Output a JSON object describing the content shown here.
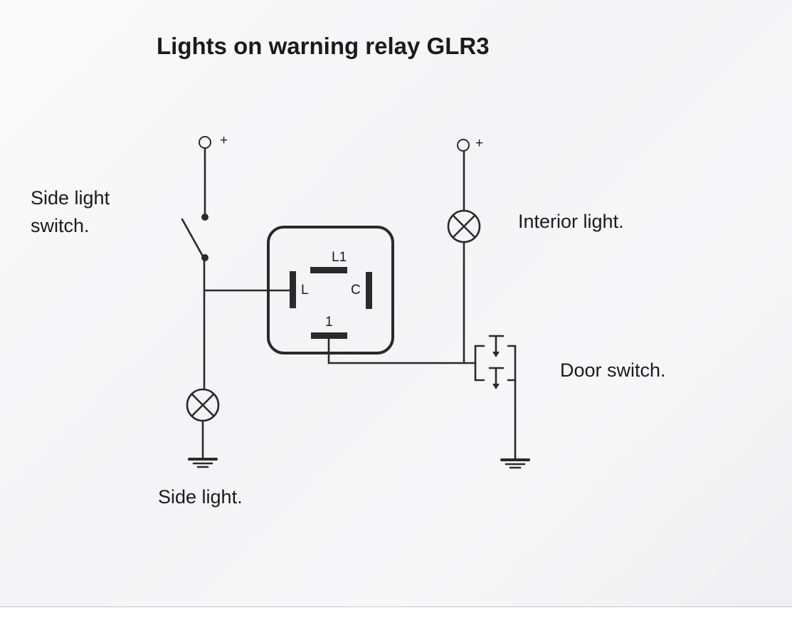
{
  "title": "Lights on warning relay GLR3",
  "labels": {
    "side_light_switch_line1": "Side light",
    "side_light_switch_line2": "switch.",
    "interior_light": "Interior light.",
    "door_switch": "Door switch.",
    "side_light": "Side light."
  },
  "terminals": {
    "plus_left": "+",
    "plus_right": "+"
  },
  "relay_pins": {
    "l1": "L1",
    "l": "L",
    "c": "C",
    "one": "1"
  }
}
